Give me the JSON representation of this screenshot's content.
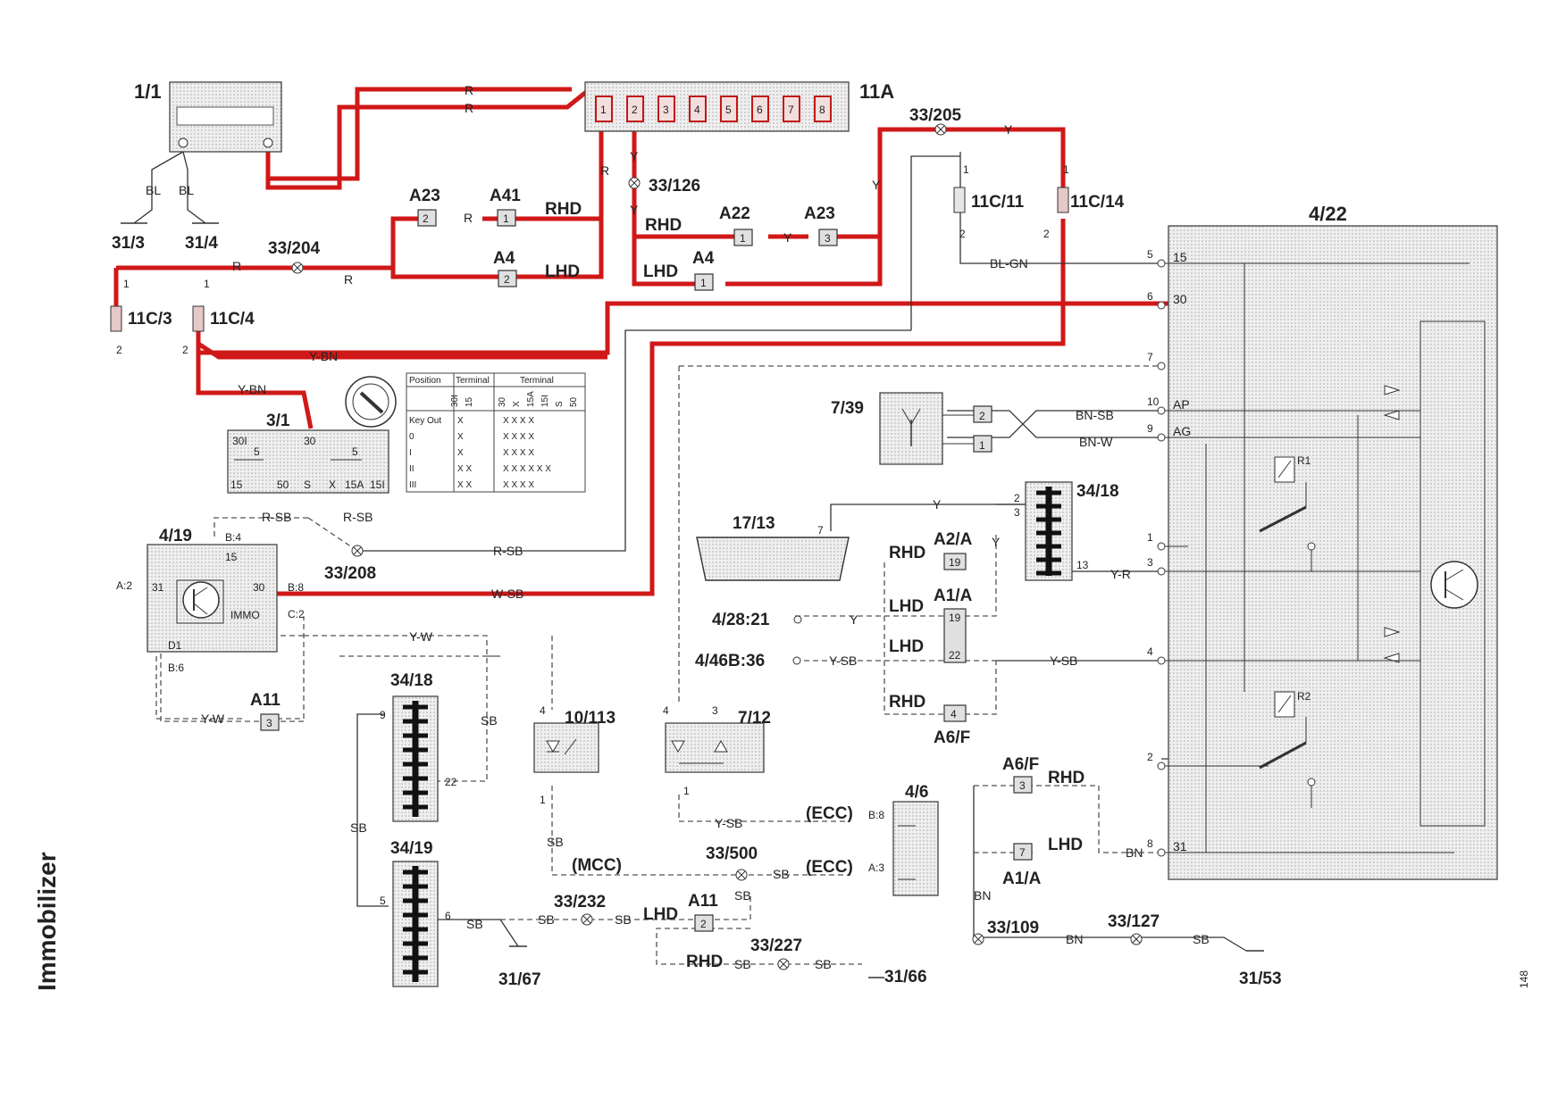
{
  "page": {
    "side_title": "Immobilizer",
    "page_number": "148"
  },
  "components": {
    "battery": "1/1",
    "fusebox": "11A",
    "fuse_numbers": [
      "1",
      "2",
      "3",
      "4",
      "5",
      "6",
      "7",
      "8"
    ],
    "ground_31_3": "31/3",
    "ground_31_4": "31/4",
    "splice_33_204": "33/204",
    "splice_33_126": "33/126",
    "splice_33_205": "33/205",
    "fuse_11c3": "11C/3",
    "fuse_11c4": "11C/4",
    "fuse_11c11": "11C/11",
    "fuse_11c14": "11C/14",
    "ign_switch": "3/1",
    "immo_unit": "4/19",
    "splice_33_208": "33/208",
    "control_module": "4/22",
    "antenna": "7/39",
    "diag_conn": "17/13",
    "conn_34_18_right": "34/18",
    "conn_34_18_left": "34/18",
    "conn_34_19": "34/19",
    "lamp_10_113": "10/113",
    "lamp_7_12": "7/12",
    "module_4_6": "4/6",
    "splice_33_500": "33/500",
    "splice_33_232": "33/232",
    "splice_33_227": "33/227",
    "splice_33_109": "33/109",
    "splice_33_127": "33/127",
    "ground_31_67": "31/67",
    "ground_31_66": "31/66",
    "ground_31_53": "31/53",
    "ref_4_28_21": "4/28:21",
    "ref_4_46b_36": "4/46B:36"
  },
  "connectors": {
    "a23_top": "A23",
    "a23_top_pin": "2",
    "a41": "A41",
    "a41_pin": "1",
    "a4_left": "A4",
    "a4_left_pin": "2",
    "a22": "A22",
    "a22_pin": "1",
    "a23_right": "A23",
    "a23_right_pin": "3",
    "a4_right": "A4",
    "a4_right_pin": "1",
    "a11_left": "A11",
    "a11_left_pin": "3",
    "a2a": "A2/A",
    "a2a_pin": "19",
    "a1a_top": "A1/A",
    "a1a_top_pin1": "19",
    "a1a_top_pin2": "22",
    "a6f_bottom": "A6/F",
    "a6f_bottom_pin": "4",
    "a11_bottom": "A11",
    "a11_bottom_pin": "2",
    "a6f_right": "A6/F",
    "a6f_right_pin": "3",
    "a1a_bottom": "A1/A",
    "a1a_bottom_pin": "7"
  },
  "variants": {
    "rhd": "RHD",
    "lhd": "LHD",
    "mcc": "(MCC)",
    "ecc": "(ECC)"
  },
  "wires": {
    "r": "R",
    "bl": "BL",
    "y": "Y",
    "ybn": "Y-BN",
    "blgn": "BL-GN",
    "rsb": "R-SB",
    "wsb": "W-SB",
    "yw": "Y-W",
    "bnsb": "BN-SB",
    "bnw": "BN-W",
    "yr": "Y-R",
    "ysb": "Y-SB",
    "sb": "SB",
    "bn": "BN"
  },
  "pins": {
    "p1": "1",
    "p2": "2",
    "p3": "3",
    "p4": "4",
    "p5": "5",
    "p6": "6",
    "p7": "7",
    "p8": "8",
    "p9": "9",
    "p10": "10",
    "p13": "13",
    "p22": "22",
    "t15": "15",
    "t30": "30",
    "t31": "31",
    "ap": "AP",
    "ag": "AG",
    "r1": "R1",
    "r2": "R2",
    "b4": "B:4",
    "b8": "B:8",
    "b6": "B:6",
    "a2": "A:2",
    "c2": "C:2",
    "a3": "A:3",
    "immo": "IMMO",
    "d1": "D1",
    "sw_30i": "30I",
    "sw_30": "30",
    "sw_5": "5",
    "sw_15": "15",
    "sw_50": "50",
    "sw_s": "S",
    "sw_x": "X",
    "sw_15a": "15A",
    "sw_15i": "15I"
  },
  "switch_table": {
    "position_header": "Position",
    "terminal_header_left": "Terminal",
    "terminal_header_right": "Terminal",
    "cols_left": [
      "30I",
      "15"
    ],
    "cols_right": [
      "30",
      "X",
      "15A",
      "15I",
      "S",
      "50"
    ],
    "rows": [
      {
        "pos": "Key Out",
        "left": "X   ",
        "right": "X X X X"
      },
      {
        "pos": "0",
        "left": "X   ",
        "right": "X X X X"
      },
      {
        "pos": "I",
        "left": "X   ",
        "right": "X X X X"
      },
      {
        "pos": "II",
        "left": "X X",
        "right": "X X X X X X"
      },
      {
        "pos": "III",
        "left": "X X",
        "right": "X X X X"
      }
    ]
  },
  "colors": {
    "power_wire": "#d01818",
    "wire": "#333333",
    "halftone": "#cfcfcf"
  }
}
